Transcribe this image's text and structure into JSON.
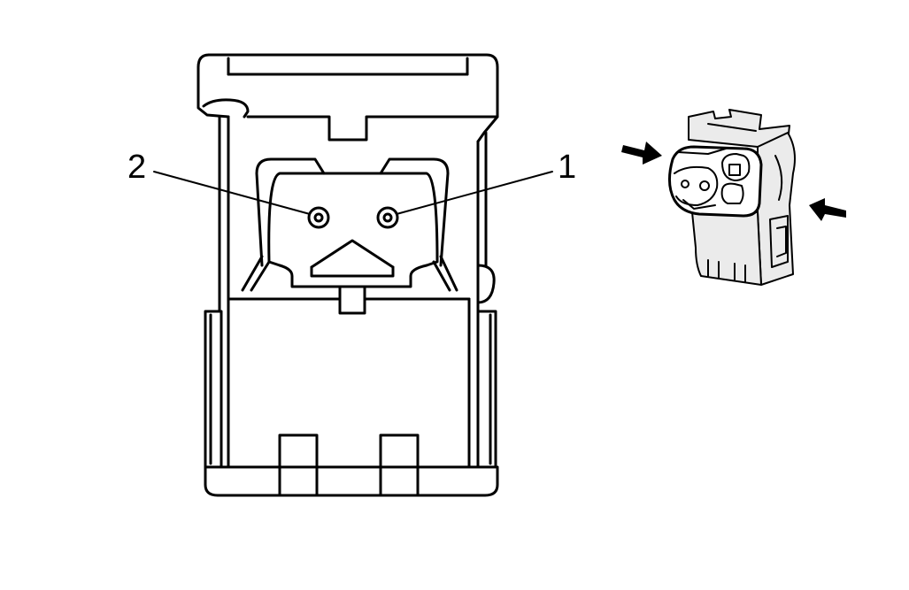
{
  "diagram": {
    "pin_labels": [
      {
        "id": "pin-1",
        "text": "1"
      },
      {
        "id": "pin-2",
        "text": "2"
      }
    ],
    "colors": {
      "line": "#000000",
      "background": "#ffffff",
      "shade": "#ebebeb"
    }
  }
}
